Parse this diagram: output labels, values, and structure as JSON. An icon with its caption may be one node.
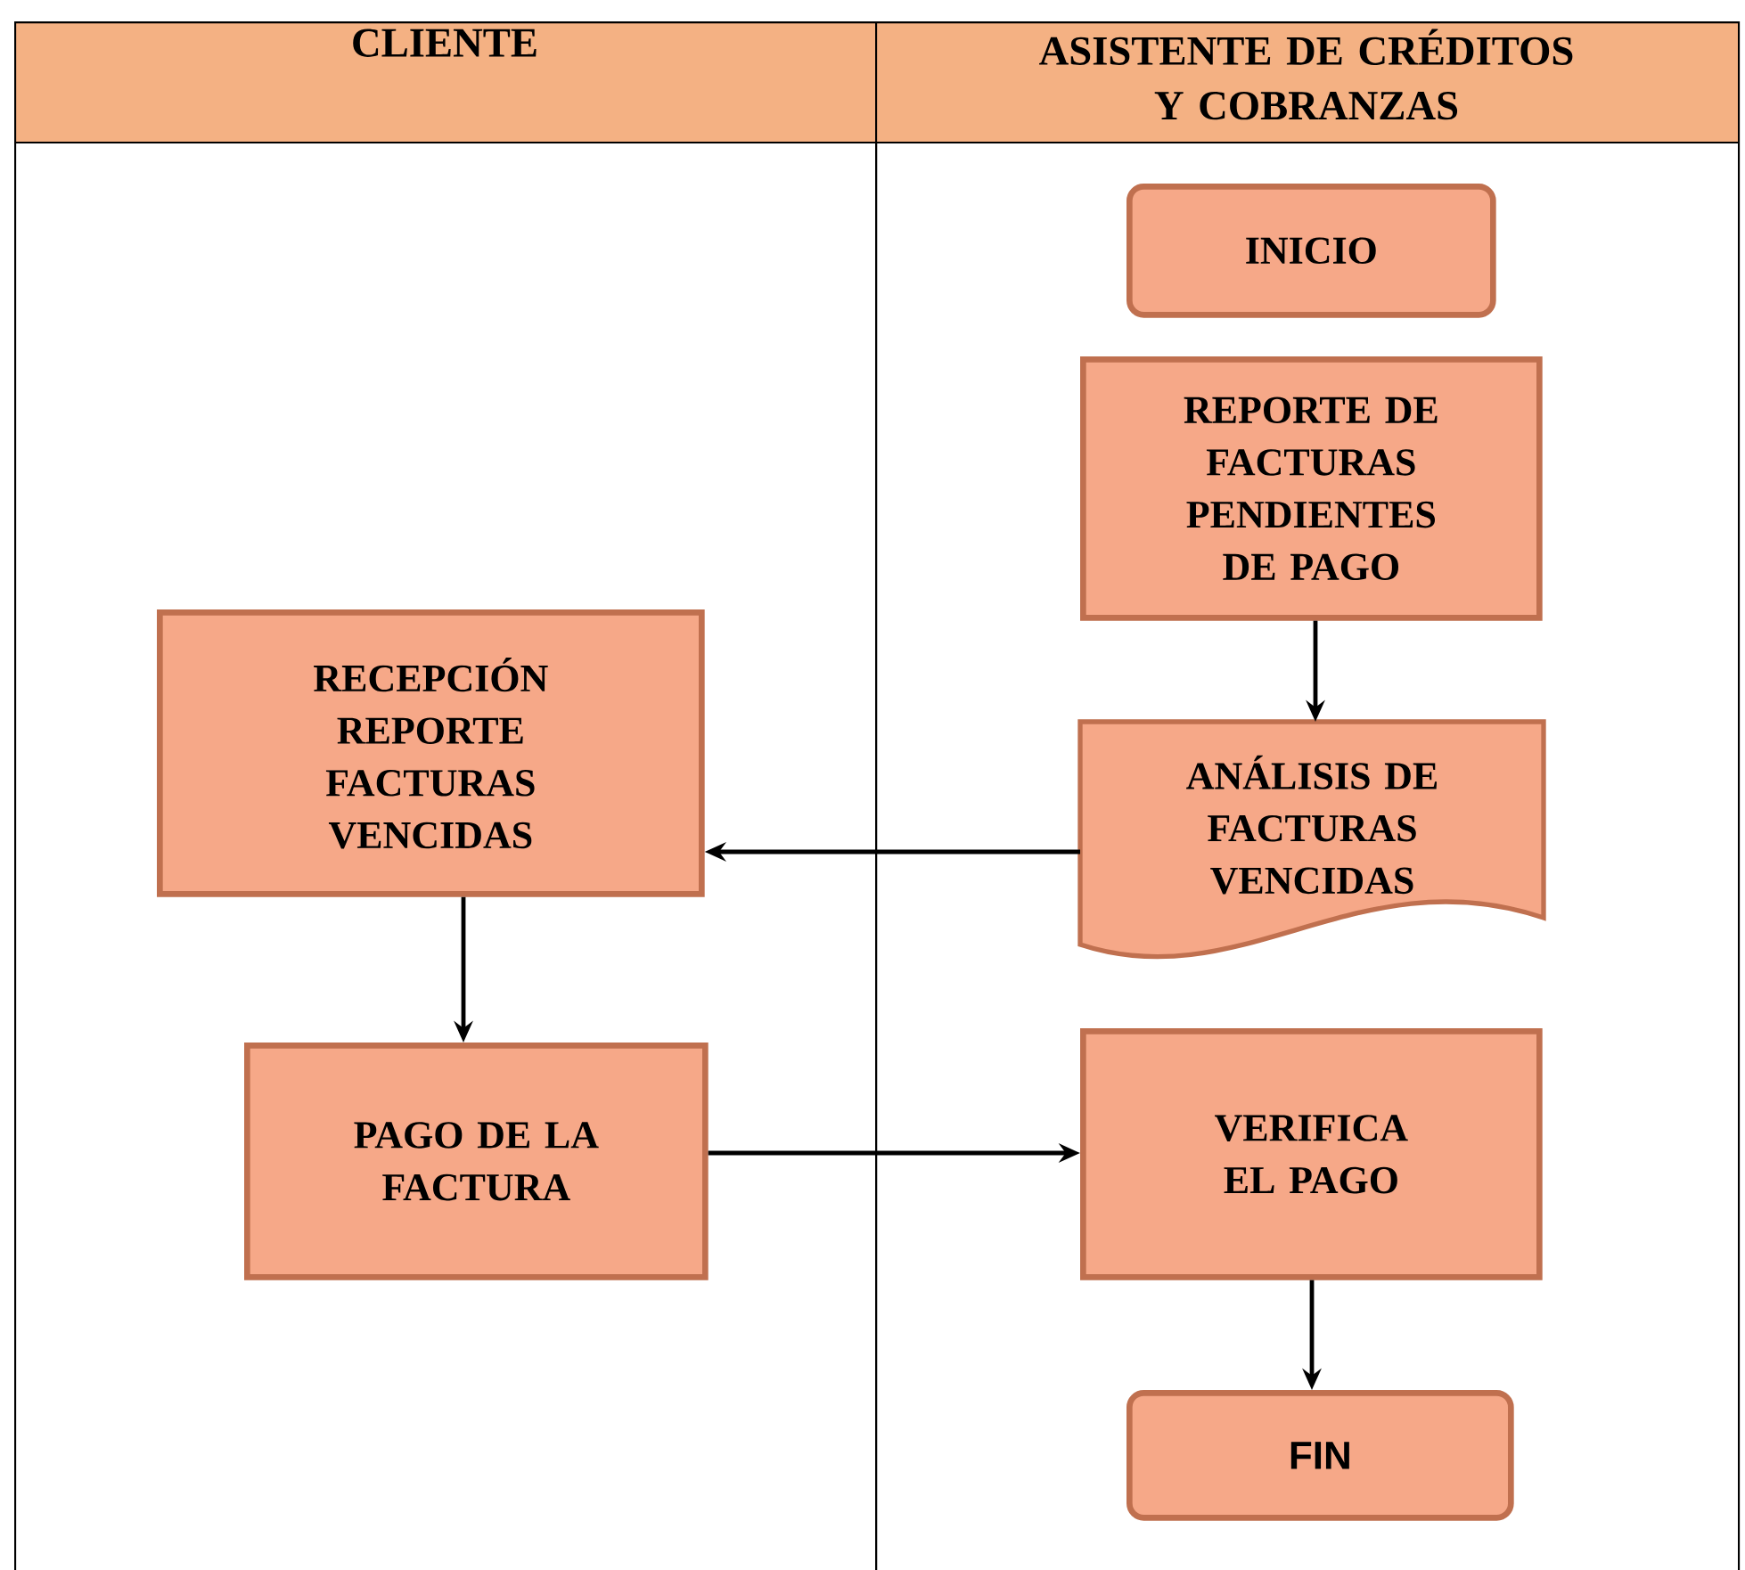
{
  "diagram": {
    "nodes": [
      {
        "text": [
          "CLIENTE"
        ]
      },
      {
        "text": [
          "ASISTENTE DE CRÉDITOS Y COBRANZAS"
        ]
      },
      {
        "text": [
          "INICIO"
        ],
        "in": 1
      },
      {
        "text": [
          "REPORTE DE FACTURAS PENDIENTES DE PAGO"
        ],
        "in": 1
      },
      {
        "text": [
          "RECEPCIÓN REPORTE FACTURAS VENCIDAS"
        ],
        "in": 0
      },
      {
        "text": [
          "ANÁLISIS DE FACTURAS VENCIDAS"
        ],
        "in": 1
      },
      {
        "text": [
          "PAGO DE LA FACTURA"
        ],
        "in": 0
      },
      {
        "text": [
          "VERIFICA EL PAGO"
        ],
        "in": 1
      },
      {
        "text": [
          "FIN"
        ],
        "in": 1
      }
    ],
    "edges": [
      {
        "from": 3,
        "to": 5,
        "arrow": "to"
      },
      {
        "from": 5,
        "to": 4,
        "arrow": "to"
      },
      {
        "from": 4,
        "to": 6,
        "arrow": "to"
      },
      {
        "from": 6,
        "to": 7,
        "arrow": "to"
      },
      {
        "from": 7,
        "to": 8,
        "arrow": "to"
      }
    ]
  }
}
